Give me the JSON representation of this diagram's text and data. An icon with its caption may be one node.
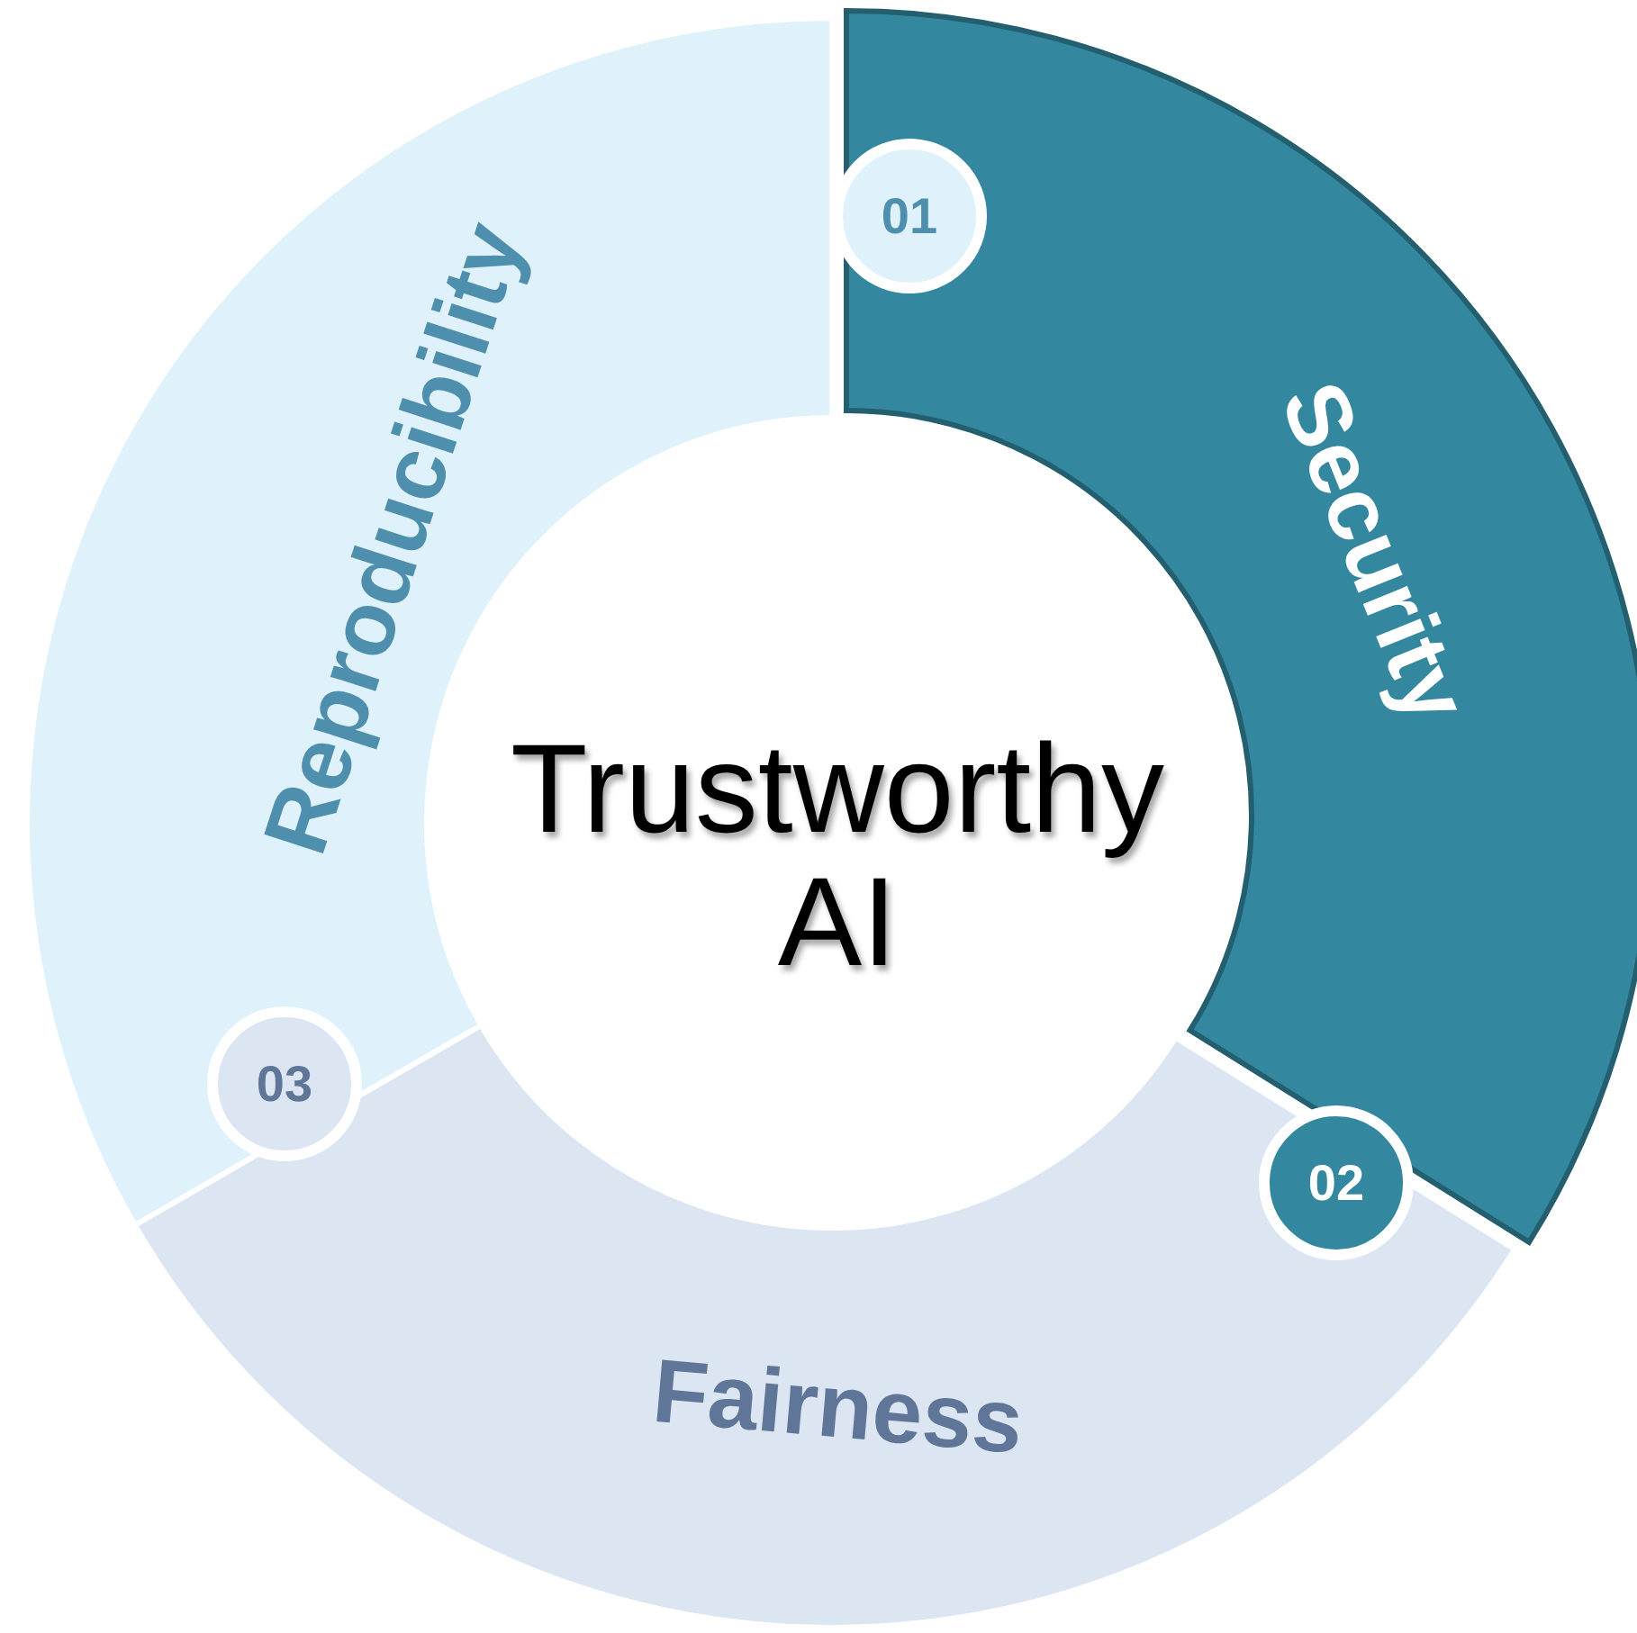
{
  "diagram": {
    "nodes": [
      {
        "text": [
          "Trustworthy AI"
        ]
      },
      {
        "text": [
          "Security"
        ]
      },
      {
        "text": [
          "Fairness"
        ]
      },
      {
        "text": [
          "Reproducibility"
        ]
      }
    ],
    "labels": [
      "01",
      "02",
      "03"
    ]
  }
}
